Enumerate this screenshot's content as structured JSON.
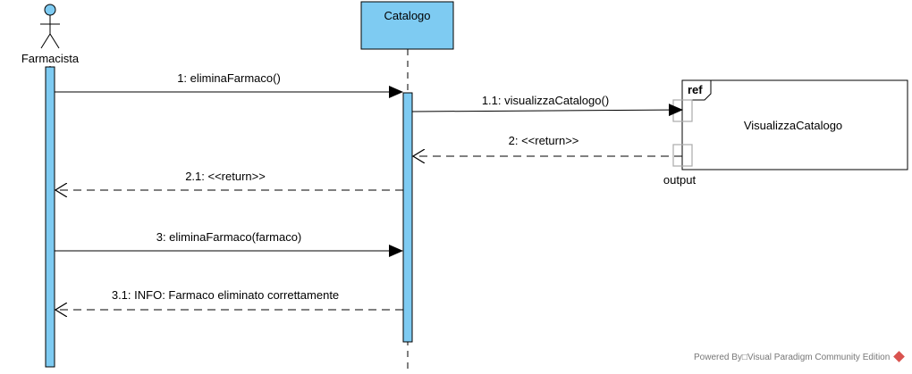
{
  "actor": {
    "name": "Farmacista"
  },
  "lifeline": {
    "name": "Catalogo"
  },
  "ref_frame": {
    "tag": "ref",
    "name": "VisualizzaCatalogo",
    "gate_label": "output"
  },
  "messages": [
    {
      "id": "m1",
      "label": "1: eliminaFarmaco()",
      "kind": "sync"
    },
    {
      "id": "m1_1",
      "label": "1.1: visualizzaCatalogo()",
      "kind": "sync"
    },
    {
      "id": "m2",
      "label": "2: <<return>>",
      "kind": "return"
    },
    {
      "id": "m2_1",
      "label": "2.1: <<return>>",
      "kind": "return"
    },
    {
      "id": "m3",
      "label": "3: eliminaFarmaco(farmaco)",
      "kind": "sync"
    },
    {
      "id": "m3_1",
      "label": "3.1: INFO: Farmaco eliminato correttamente",
      "kind": "return"
    }
  ],
  "watermark": {
    "text": "Powered By□Visual Paradigm Community Edition"
  },
  "colors": {
    "activation_fill": "#7ecbf2",
    "line": "#000000",
    "gate": "#aaaaaa"
  }
}
